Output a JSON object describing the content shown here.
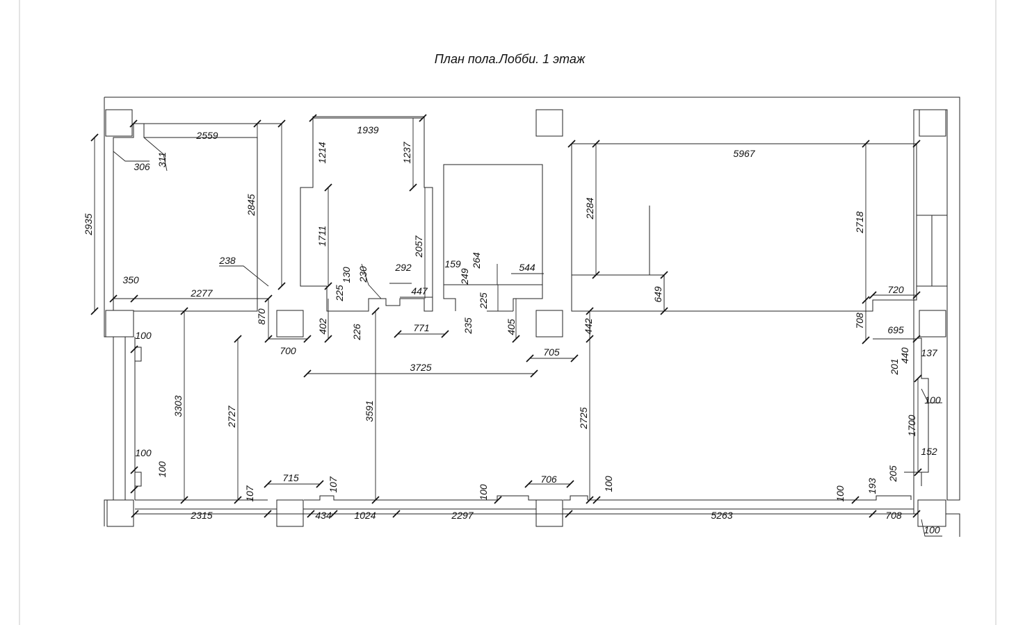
{
  "title": "План пола.Лобби. 1 этаж",
  "dimensions": [
    {
      "id": "d2559",
      "text": "2559"
    },
    {
      "id": "d1939",
      "text": "1939"
    },
    {
      "id": "d5967",
      "text": "5967"
    },
    {
      "id": "d2935",
      "text": "2935"
    },
    {
      "id": "d2845",
      "text": "2845"
    },
    {
      "id": "d306",
      "text": "306"
    },
    {
      "id": "d311",
      "text": "311"
    },
    {
      "id": "d1214",
      "text": "1214"
    },
    {
      "id": "d1237",
      "text": "1237"
    },
    {
      "id": "d1711",
      "text": "1711"
    },
    {
      "id": "d2057",
      "text": "2057"
    },
    {
      "id": "d2284",
      "text": "2284"
    },
    {
      "id": "d2718",
      "text": "2718"
    },
    {
      "id": "d238",
      "text": "238"
    },
    {
      "id": "d350",
      "text": "350"
    },
    {
      "id": "d2277",
      "text": "2277"
    },
    {
      "id": "d870",
      "text": "870"
    },
    {
      "id": "d130",
      "text": "130"
    },
    {
      "id": "d230",
      "text": "230"
    },
    {
      "id": "d292",
      "text": "292"
    },
    {
      "id": "d447",
      "text": "447"
    },
    {
      "id": "d159",
      "text": "159"
    },
    {
      "id": "d264",
      "text": "264"
    },
    {
      "id": "d249",
      "text": "249"
    },
    {
      "id": "d544",
      "text": "544"
    },
    {
      "id": "d225a",
      "text": "225"
    },
    {
      "id": "d225b",
      "text": "225"
    },
    {
      "id": "d649",
      "text": "649"
    },
    {
      "id": "d720",
      "text": "720"
    },
    {
      "id": "d402",
      "text": "402"
    },
    {
      "id": "d226",
      "text": "226"
    },
    {
      "id": "d771",
      "text": "771"
    },
    {
      "id": "d235",
      "text": "235"
    },
    {
      "id": "d405",
      "text": "405"
    },
    {
      "id": "d442",
      "text": "442"
    },
    {
      "id": "d708a",
      "text": "708"
    },
    {
      "id": "d695",
      "text": "695"
    },
    {
      "id": "d100a",
      "text": "100"
    },
    {
      "id": "d700",
      "text": "700"
    },
    {
      "id": "d705",
      "text": "705"
    },
    {
      "id": "d3725",
      "text": "3725"
    },
    {
      "id": "d201",
      "text": "201"
    },
    {
      "id": "d440",
      "text": "440"
    },
    {
      "id": "d137",
      "text": "137"
    },
    {
      "id": "d100b",
      "text": "100"
    },
    {
      "id": "d3303",
      "text": "3303"
    },
    {
      "id": "d2727",
      "text": "2727"
    },
    {
      "id": "d3591",
      "text": "3591"
    },
    {
      "id": "d2725",
      "text": "2725"
    },
    {
      "id": "d1700",
      "text": "1700"
    },
    {
      "id": "d100c",
      "text": "100"
    },
    {
      "id": "d100d",
      "text": "100"
    },
    {
      "id": "d152",
      "text": "152"
    },
    {
      "id": "d715",
      "text": "715"
    },
    {
      "id": "d107a",
      "text": "107"
    },
    {
      "id": "d107b",
      "text": "107"
    },
    {
      "id": "d706",
      "text": "706"
    },
    {
      "id": "d100e",
      "text": "100"
    },
    {
      "id": "d100f",
      "text": "100"
    },
    {
      "id": "d100g",
      "text": "100"
    },
    {
      "id": "d193",
      "text": "193"
    },
    {
      "id": "d205",
      "text": "205"
    },
    {
      "id": "d2315",
      "text": "2315"
    },
    {
      "id": "d434",
      "text": "434"
    },
    {
      "id": "d1024",
      "text": "1024"
    },
    {
      "id": "d2297",
      "text": "2297"
    },
    {
      "id": "d5263",
      "text": "5263"
    },
    {
      "id": "d708b",
      "text": "708"
    },
    {
      "id": "d100h",
      "text": "100"
    }
  ]
}
